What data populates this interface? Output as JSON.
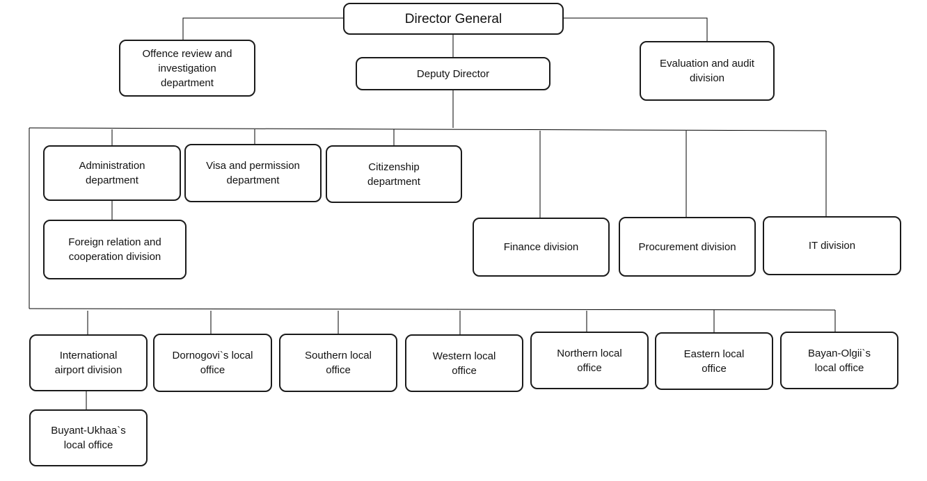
{
  "units": {
    "director_general": "Director General",
    "offence_review": "Offence review and\ninvestigation\ndepartment",
    "deputy_director": "Deputy Director",
    "evaluation_audit": "Evaluation and audit\ndivision",
    "administration": "Administration\ndepartment",
    "visa_permission": "Visa and permission\ndepartment",
    "citizenship": "Citizenship\ndepartment",
    "foreign_relation": "Foreign relation and\ncooperation division",
    "finance": "Finance division",
    "procurement": "Procurement division",
    "it": "IT division",
    "international_airport": "International\nairport division",
    "dornogovi": "Dornogovi`s local\noffice",
    "southern": "Southern local\noffice",
    "western": "Western local\noffice",
    "northern": "Northern local\noffice",
    "eastern": "Eastern local\noffice",
    "bayan_olgii": "Bayan-Olgii`s\nlocal office",
    "buyant_ukhaa": "Buyant-Ukhaa`s\nlocal office"
  },
  "colors": {
    "border": "#1a1a1a",
    "line": "#000000",
    "background": "#ffffff"
  }
}
